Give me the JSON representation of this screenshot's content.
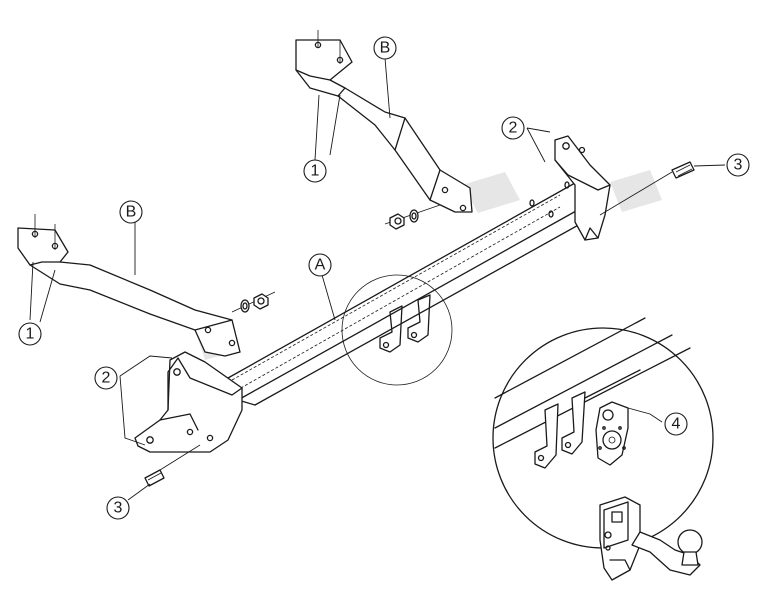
{
  "callouts": {
    "A": "A",
    "B_upper": "B",
    "B_lower": "B",
    "one_upper": "1",
    "one_lower": "1",
    "two_upper": "2",
    "two_lower": "2",
    "three_upper": "3",
    "three_lower": "3",
    "four": "4"
  },
  "icons": [
    "towbar-crossbar",
    "mounting-bracket",
    "bolt",
    "nut",
    "washer",
    "detail-magnifier",
    "tow-ball-icon",
    "socket-plate-icon"
  ]
}
